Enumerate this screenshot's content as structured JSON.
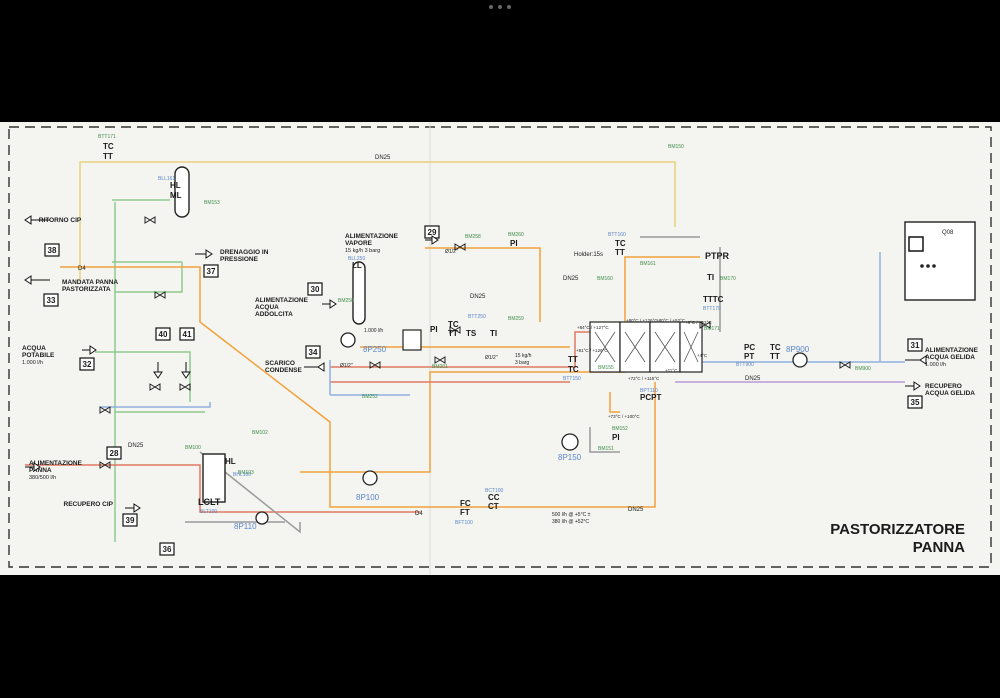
{
  "viewer": {
    "menu_icon": "more-dots-icon"
  },
  "title": {
    "line1": "PASTORIZZATORE",
    "line2": "PANNA"
  },
  "connections": [
    {
      "num": "38",
      "label": "RITORNO CIP"
    },
    {
      "num": "33",
      "label": "MANDATA PANNA PASTORIZZATA"
    },
    {
      "num": "37",
      "label": "DRENAGGIO IN PRESSIONE"
    },
    {
      "num": "32",
      "label": "ACQUA POTABILE",
      "sub": "1.000 l/h"
    },
    {
      "num": "40",
      "label": ""
    },
    {
      "num": "41",
      "label": ""
    },
    {
      "num": "28",
      "label": "ALIMENTAZIONE PANNA",
      "sub": "380/500 l/h"
    },
    {
      "num": "39",
      "label": "RECUPERO CIP"
    },
    {
      "num": "36",
      "label": ""
    },
    {
      "num": "29",
      "label": "ALIMENTAZIONE VAPORE",
      "sub": "15 kg/h 3 barg"
    },
    {
      "num": "30",
      "label": "ALIMENTAZIONE ACQUA ADDOLCITA"
    },
    {
      "num": "34",
      "label": "SCARICO CONDENSE"
    },
    {
      "num": "31",
      "label": "ALIMENTAZIONE ACQUA GELIDA",
      "sub": "1.000 l/h"
    },
    {
      "num": "35",
      "label": "RECUPERO ACQUA GELIDA"
    }
  ],
  "instruments": {
    "tc_tt_top": [
      "TC",
      "TT"
    ],
    "hl_ml": [
      "HL",
      "ML"
    ],
    "ll": "LL",
    "pi_steam": "PI",
    "pi_tc_tt_ts_ti": [
      "PI",
      "TC",
      "TT",
      "TS",
      "TI"
    ],
    "tt_tc_mid": [
      "TT",
      "TC"
    ],
    "tc_tt_holder": [
      "TC",
      "TT"
    ],
    "ptpr": "PTPR",
    "ti": "TI",
    "tttc": "TTTC",
    "pc_pt": [
      "PC",
      "PT"
    ],
    "tc_tt_right": [
      "TC",
      "TT"
    ],
    "pcpt": "PCPT",
    "pi_lower": "PI",
    "lclt": "LCLT",
    "hl_lower": "HL",
    "fc_ft": [
      "FC",
      "FT"
    ],
    "cc_ct": [
      "CC",
      "CT"
    ]
  },
  "tags": {
    "bv_top": "BTT171",
    "bll": "BLL161",
    "bm153": "BM153",
    "bm150": "BM150",
    "bll250": "BLL250",
    "bm250": "BM250",
    "bm258": "BM258",
    "bm260": "BM260",
    "btt250": "BTT250",
    "bm259": "BM259",
    "bm201": "BM201",
    "bm252": "BM252",
    "btt150": "BTT150",
    "bm155": "BM155",
    "btt160": "BTT160",
    "bm160": "BM160",
    "bm161": "BM161",
    "bm170": "BM170",
    "btt170": "BTT170",
    "bm171": "BM171",
    "btt900": "BTT900",
    "bm900": "BM900",
    "bpt110": "BPT110",
    "bm152": "BM152",
    "bm151": "BM151",
    "blt100": "BLT100",
    "bhl100": "BHL100",
    "bm100": "BM100",
    "bm102": "BM102",
    "bm103": "BM103",
    "bft100": "BFT100",
    "bct100": "BCT100",
    "q08": "Q08"
  },
  "pumps": {
    "p250": "8P250",
    "p150": "8P150",
    "p900": "8P900",
    "p110": "8P110",
    "p100": "8P100"
  },
  "lines": {
    "dn25": "DN25",
    "d4": "D4",
    "holder": "Holder:15s",
    "flow_250": "1.000 l/h",
    "steam_flow": "15 kg/h",
    "steam_press": "3 barg",
    "pipe_12": "Ø1/2\"",
    "cream_flow1": "500 l/h @ +5°C ±",
    "cream_flow2": "380 l/h @ +52°C"
  },
  "temps": {
    "t1": "+84°C / +127°C",
    "t2": "+80°C / +126°C",
    "t3": "+80°C / +52°C",
    "t4": "+8°C / +52°C",
    "t5": "+4°C",
    "t6": "+11°C",
    "t7": "+91°C / +126°C",
    "t8": "+72°C / +115°C",
    "t9": "+73°C / +100°C"
  },
  "palette": {
    "paper": "#f4f4f1",
    "ink": "#1b1b1b",
    "orange": "#f2a13a",
    "yellow": "#e8d27a",
    "green": "#8ec98e",
    "blue": "#8fb0e0",
    "violet": "#b89ad8",
    "red": "#e07a62",
    "grey": "#9a9a9a"
  }
}
